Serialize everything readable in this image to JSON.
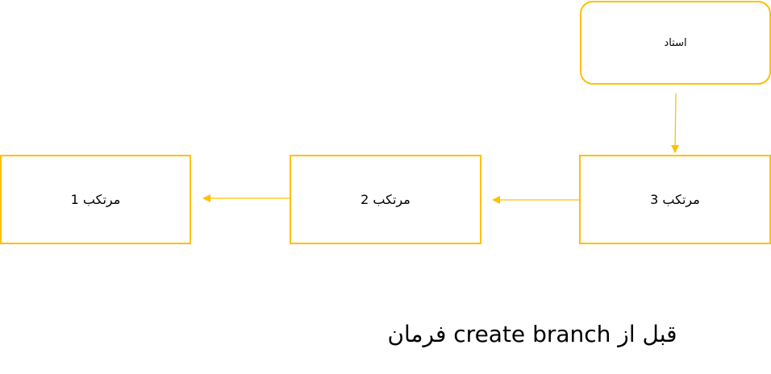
{
  "diagram": {
    "master_node": {
      "label": "استاد"
    },
    "commits": [
      {
        "label": "مرتکب 1"
      },
      {
        "label": "مرتکب 2"
      },
      {
        "label": "مرتکب 3"
      }
    ],
    "edges": [
      {
        "from": "استاد",
        "to": "مرتکب 3"
      },
      {
        "from": "مرتکب 3",
        "to": "مرتکب 2"
      },
      {
        "from": "مرتکب 2",
        "to": "مرتکب 1"
      }
    ],
    "caption": "قبل از create branch فرمان",
    "accent_color": "#FFC000"
  }
}
